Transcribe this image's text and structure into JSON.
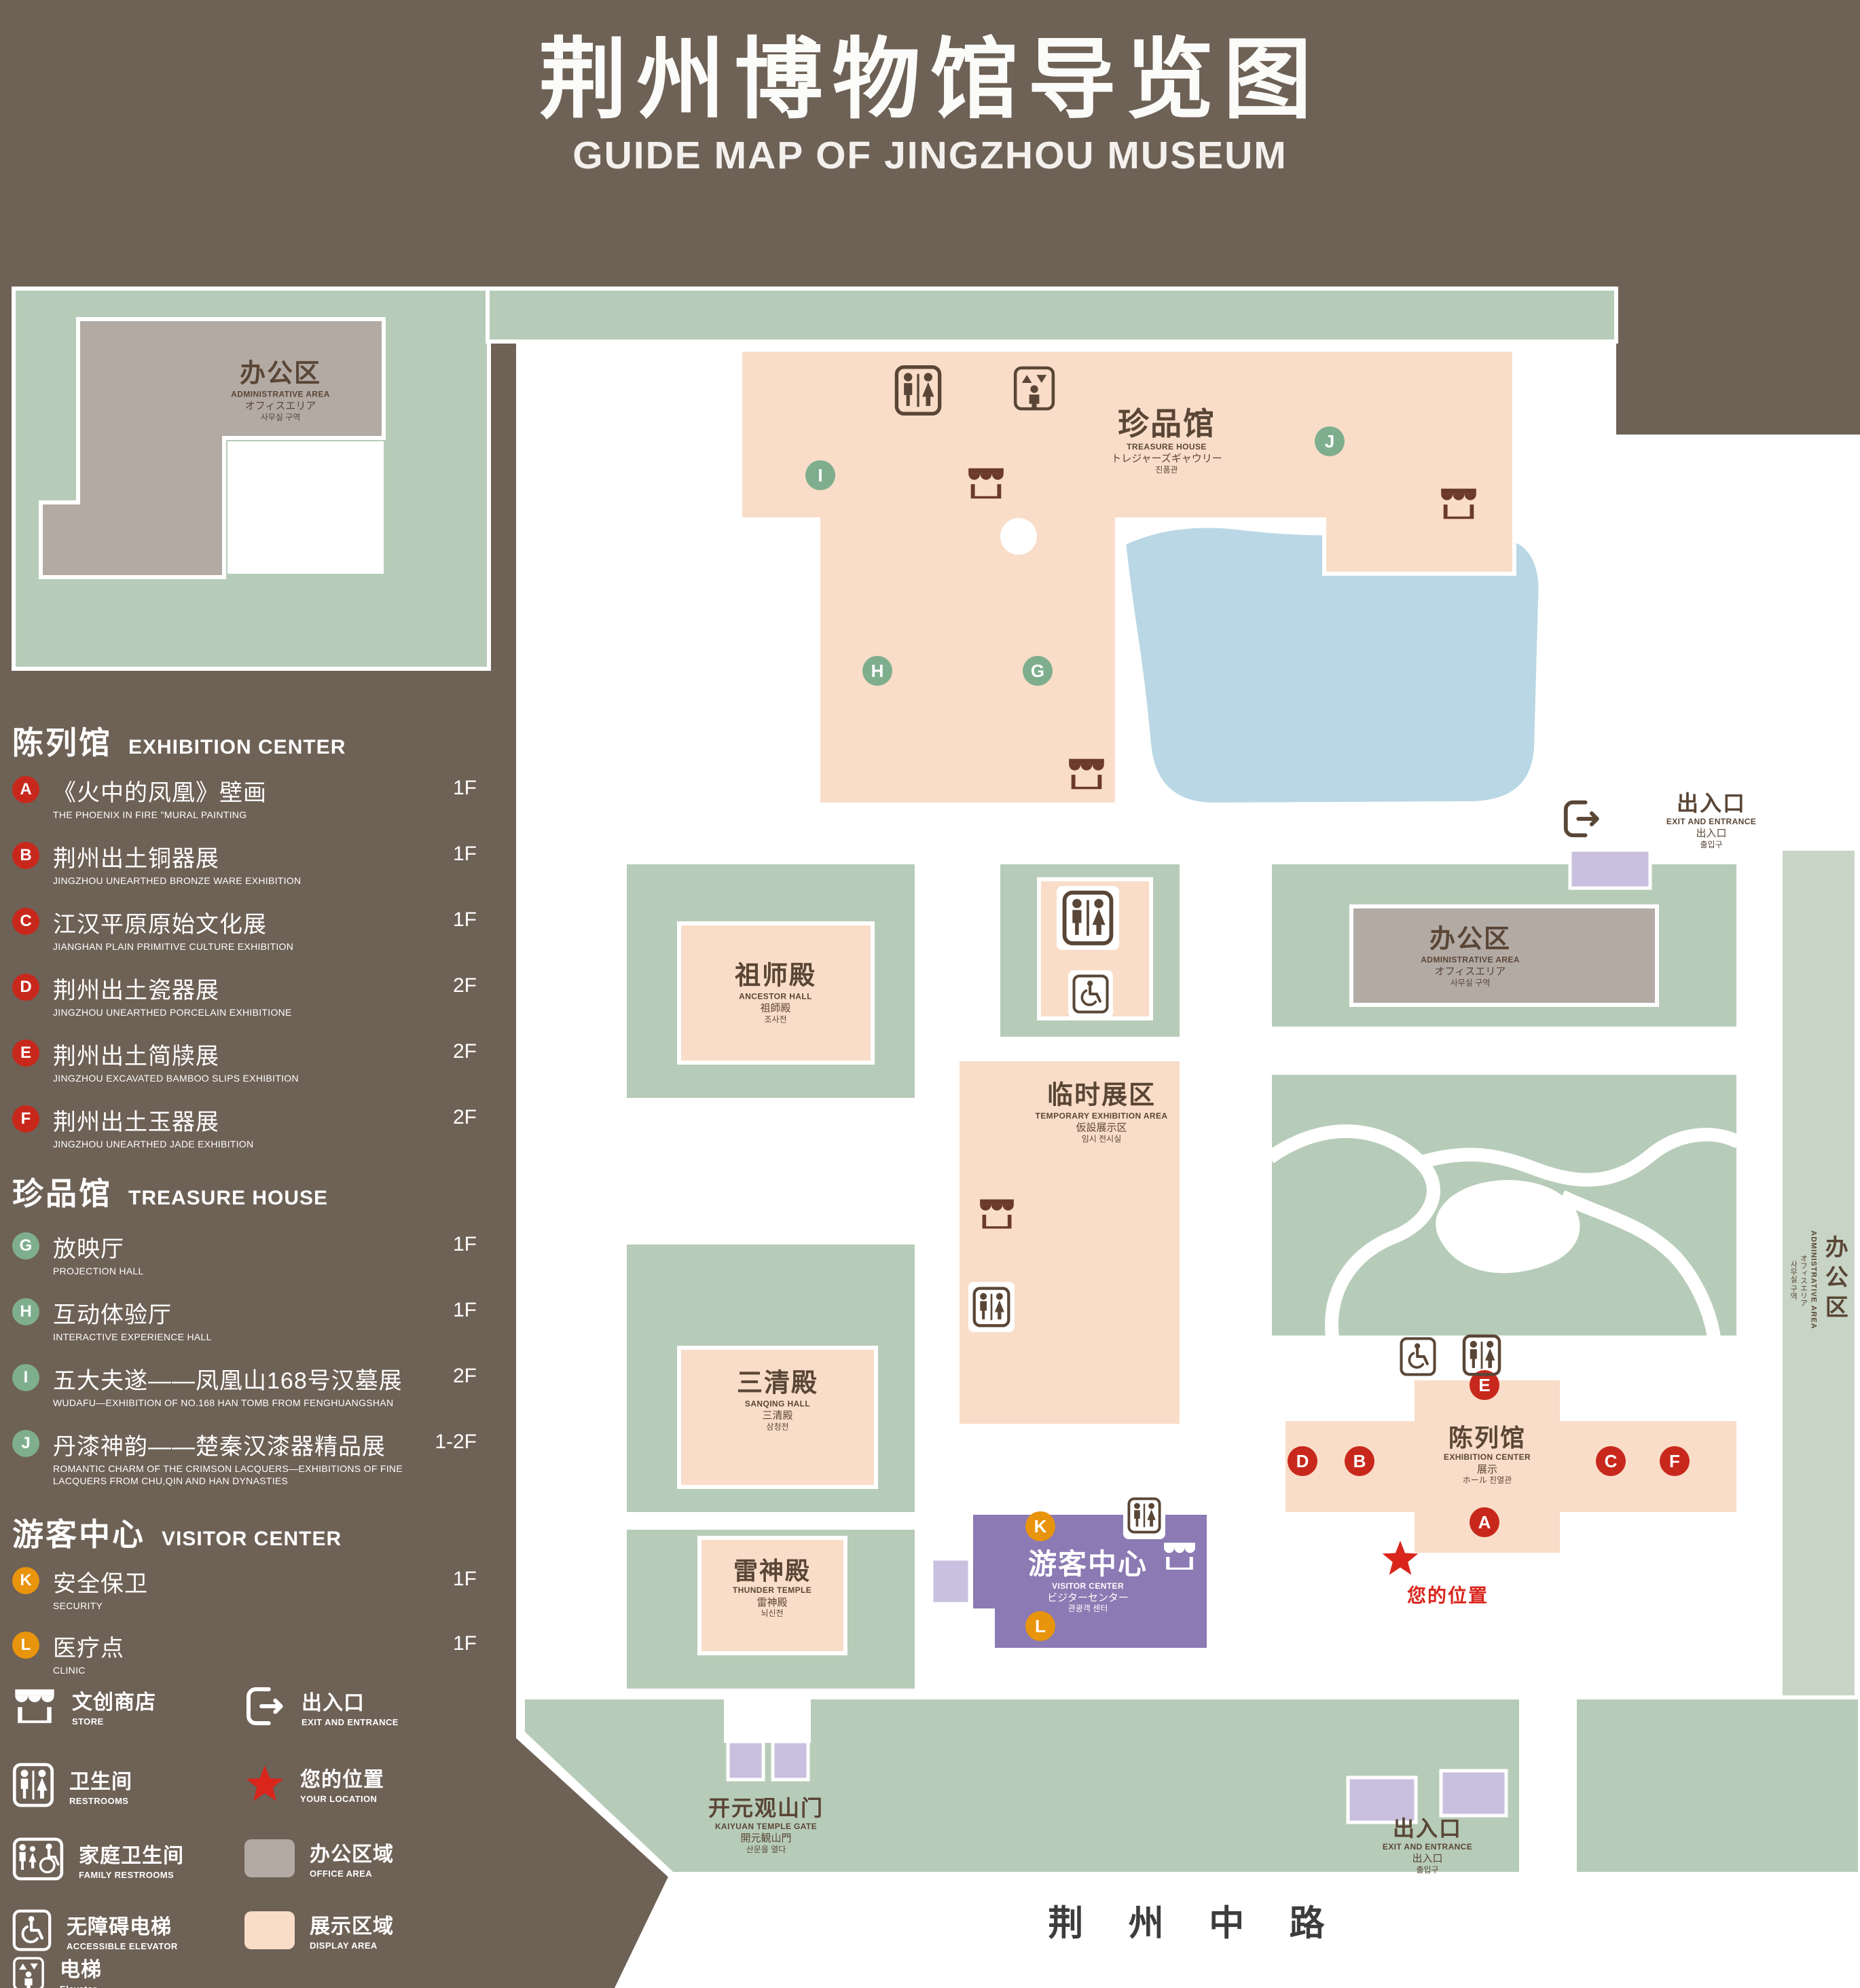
{
  "title": {
    "zh": "荆州博物馆导览图",
    "en": "GUIDE MAP OF JINGZHOU MUSEUM"
  },
  "legend": {
    "sections": [
      {
        "zh": "陈列馆",
        "en": "EXHIBITION CENTER",
        "items": [
          {
            "letter": "A",
            "zh": "《火中的凤凰》壁画",
            "en": "THE PHOENIX IN FIRE \"MURAL PAINTING",
            "floor": "1F"
          },
          {
            "letter": "B",
            "zh": "荆州出土铜器展",
            "en": "JINGZHOU UNEARTHED BRONZE WARE EXHIBITION",
            "floor": "1F"
          },
          {
            "letter": "C",
            "zh": "江汉平原原始文化展",
            "en": "JIANGHAN PLAIN PRIMITIVE CULTURE EXHIBITION",
            "floor": "1F"
          },
          {
            "letter": "D",
            "zh": "荆州出土瓷器展",
            "en": "JINGZHOU UNEARTHED PORCELAIN EXHIBITIONE",
            "floor": "2F"
          },
          {
            "letter": "E",
            "zh": "荆州出土简牍展",
            "en": "JINGZHOU EXCAVATED BAMBOO SLIPS EXHIBITION",
            "floor": "2F"
          },
          {
            "letter": "F",
            "zh": "荆州出土玉器展",
            "en": "JINGZHOU UNEARTHED JADE EXHIBITION",
            "floor": "2F"
          }
        ]
      },
      {
        "zh": "珍品馆",
        "en": "TREASURE HOUSE",
        "items": [
          {
            "letter": "G",
            "zh": "放映厅",
            "en": "PROJECTION HALL",
            "floor": "1F"
          },
          {
            "letter": "H",
            "zh": "互动体验厅",
            "en": "INTERACTIVE EXPERIENCE HALL",
            "floor": "1F"
          },
          {
            "letter": "I",
            "zh": "五大夫遂——凤凰山168号汉墓展",
            "en": "WUDAFU—EXHIBITION OF NO.168 HAN TOMB FROM FENGHUANGSHAN",
            "floor": "2F"
          },
          {
            "letter": "J",
            "zh": "丹漆神韵——楚秦汉漆器精品展",
            "en": "ROMANTIC CHARM OF THE CRIMSON LACQUERS—EXHIBITIONS OF FINE LACQUERS FROM CHU,QIN AND HAN DYNASTIES",
            "floor": "1-2F"
          }
        ]
      },
      {
        "zh": "游客中心",
        "en": "VISITOR CENTER",
        "items": [
          {
            "letter": "K",
            "zh": "安全保卫",
            "en": "SECURITY",
            "floor": "1F"
          },
          {
            "letter": "L",
            "zh": "医疗点",
            "en": "CLINIC",
            "floor": "1F"
          }
        ]
      }
    ],
    "symbols": [
      {
        "zh": "文创商店",
        "en": "STORE"
      },
      {
        "zh": "出入口",
        "en": "EXIT AND ENTRANCE"
      },
      {
        "zh": "卫生间",
        "en": "RESTROOMS"
      },
      {
        "zh": "您的位置",
        "en": "YOUR LOCATION"
      },
      {
        "zh": "家庭卫生间",
        "en": "FAMILY RESTROOMS"
      },
      {
        "zh": "办公区域",
        "en": "OFFICE AREA"
      },
      {
        "zh": "无障碍电梯",
        "en": "ACCESSIBLE ELEVATOR"
      },
      {
        "zh": "展示区域",
        "en": "DISPLAY AREA"
      },
      {
        "zh": "电梯",
        "en": "Elevator"
      }
    ]
  },
  "map": {
    "admin_top": {
      "zh": "办公区",
      "en": "ADMINISTRATIVE AREA",
      "ja": "オフィスエリア",
      "ko": "사무실 구역"
    },
    "treasure_house": {
      "zh": "珍品馆",
      "en": "TREASURE HOUSE",
      "ja": "トレジャーズギャウリー",
      "ko": "진품관"
    },
    "exit_right": {
      "zh": "出入口",
      "en": "EXIT AND ENTRANCE",
      "ja": "出入口",
      "ko": "출입구"
    },
    "ancestor_hall": {
      "zh": "祖师殿",
      "en": "ANCESTOR HALL",
      "ja": "祖師殿",
      "ko": "조사전"
    },
    "admin_right": {
      "zh": "办公区",
      "en": "ADMINISTRATIVE AREA",
      "ja": "オフィスエリア",
      "ko": "사무실 구역"
    },
    "temporary_area": {
      "zh": "临时展区",
      "en": "TEMPORARY EXHIBITION AREA",
      "ja": "仮設展示区",
      "ko": "임시 전시실"
    },
    "sanqing_hall": {
      "zh": "三清殿",
      "en": "SANQING HALL",
      "ja": "三清殿",
      "ko": "삼청전"
    },
    "exhibition_center": {
      "zh": "陈列馆",
      "en": "EXHIBITION CENTER",
      "ja": "展示",
      "ko": "ホール 진열관"
    },
    "your_location": {
      "zh": "您的位置"
    },
    "thunder_temple": {
      "zh": "雷神殿",
      "en": "THUNDER TEMPLE",
      "ja": "雷神殿",
      "ko": "뇌신전"
    },
    "visitor_center": {
      "zh": "游客中心",
      "en": "VISITOR CENTER",
      "ja": "ビジターセンター",
      "ko": "관광객 센터"
    },
    "kaiyuan_gate": {
      "zh": "开元观山门",
      "en": "KAIYUAN TEMPLE GATE",
      "ja": "開元観山門",
      "ko": "산문을 열다"
    },
    "exit_bottom": {
      "zh": "出入口",
      "en": "EXIT AND ENTRANCE",
      "ja": "出入口",
      "ko": "출입구"
    },
    "road": {
      "zh": "荆 州 中 路"
    },
    "admin_side": {
      "zh": "办公区",
      "en": "ADMINISTRATIVE AREA",
      "ja": "オフィスエリア",
      "ko": "사무실 구역"
    },
    "markers": {
      "A": "A",
      "B": "B",
      "C": "C",
      "D": "D",
      "E": "E",
      "F": "F",
      "G": "G",
      "H": "H",
      "I": "I",
      "J": "J",
      "K": "K",
      "L": "L"
    }
  },
  "colors": {
    "background": "#6E6156",
    "grounds_green": "#B7CCB8",
    "display_area_pink": "#F9DDC8",
    "office_area_gray": "#B3AAA4",
    "pond_blue": "#B9D7E4",
    "visitor_center_purple": "#8B7AB3",
    "gate_purple": "#C9BFDF",
    "exhibition_marker_red": "#C8281C",
    "treasure_marker_green": "#7FAE8E",
    "visitor_marker_orange": "#E8940C",
    "location_red": "#D9251C"
  }
}
